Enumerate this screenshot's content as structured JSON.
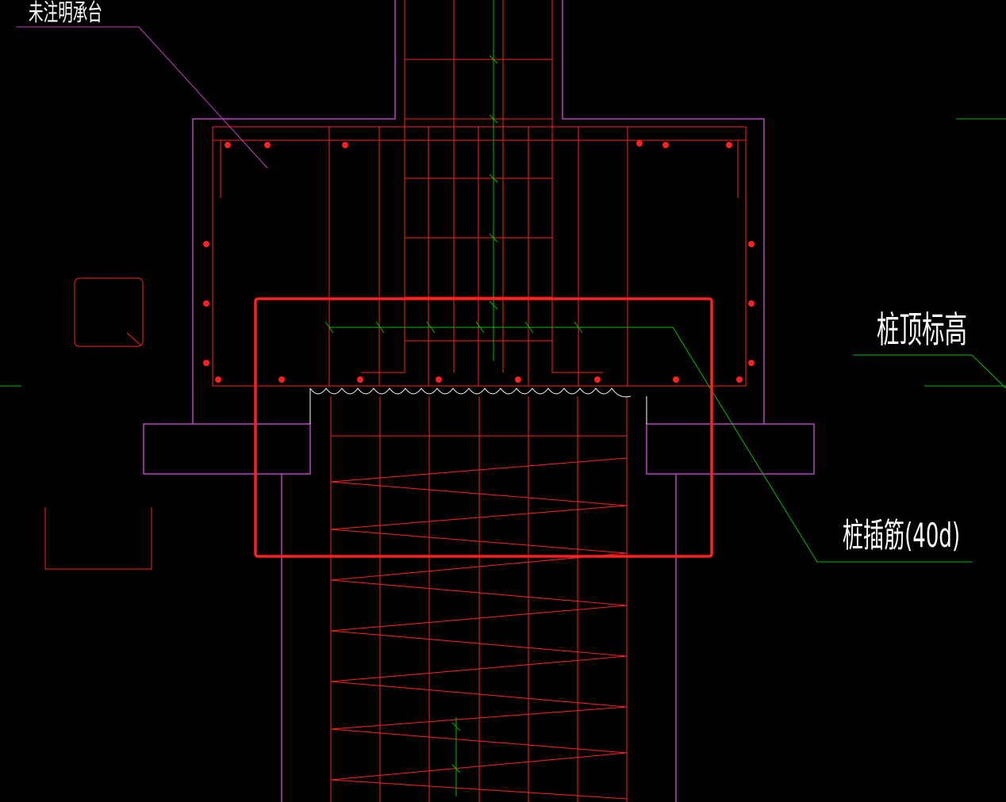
{
  "labels": {
    "cap_note": "未注明承台",
    "pile_top_elevation": "桩顶标高",
    "pile_dowel": "桩插筋(40d)"
  },
  "colors": {
    "background": "#000000",
    "rebar": "#ff2020",
    "outline": "#c040c0",
    "dimension": "#00c000",
    "text": "#ffffff",
    "highlight_box": "#ff2020"
  }
}
